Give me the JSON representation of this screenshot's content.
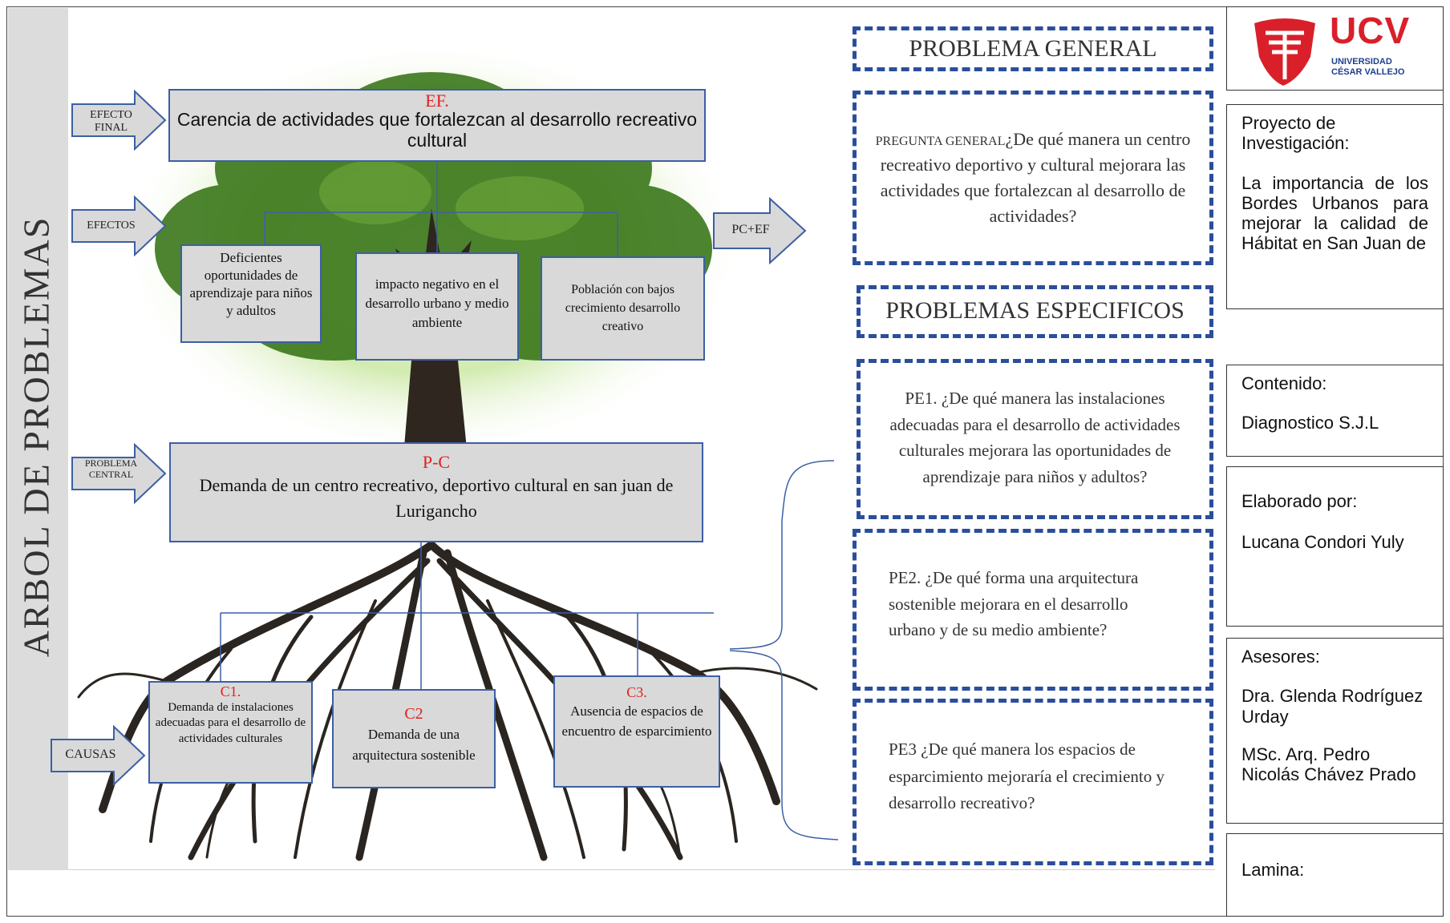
{
  "vertical_title": "ARBOL DE PROBLEMAS",
  "arrows": {
    "efecto_final": "EFECTO FINAL",
    "efectos": "EFECTOS",
    "problema_central": "PROBLEMA CENTRAL",
    "causas": "CAUSAS",
    "pc_ef": "PC+EF"
  },
  "effect_final": {
    "tag": "EF.",
    "text": "Carencia de actividades que fortalezcan al desarrollo recreativo cultural"
  },
  "effects": [
    {
      "text": "Deficientes oportunidades de aprendizaje para niños y adultos"
    },
    {
      "text": "impacto negativo en el desarrollo urbano y medio ambiente"
    },
    {
      "text": "Población con bajos crecimiento desarrollo creativo"
    }
  ],
  "central": {
    "tag": "P-C",
    "text": "Demanda de un centro recreativo, deportivo cultural en san juan de Lurigancho"
  },
  "causes": [
    {
      "tag": "C1.",
      "text": "Demanda de instalaciones adecuadas para el desarrollo de actividades culturales"
    },
    {
      "tag": "C2",
      "text": "Demanda de una arquitectura sostenible"
    },
    {
      "tag": "C3.",
      "text": "Ausencia de espacios de encuentro de esparcimiento"
    }
  ],
  "problema_general": {
    "heading": "PROBLEMA GENERAL",
    "label": "PREGUNTA GENERAL",
    "question": "¿De qué manera un centro recreativo deportivo y cultural mejorara las actividades que fortalezcan al desarrollo de actividades?"
  },
  "problemas_especificos": {
    "heading": "PROBLEMAS ESPECIFICOS",
    "items": [
      "PE1. ¿De qué manera las instalaciones adecuadas para el desarrollo de actividades culturales mejorara las oportunidades de aprendizaje para niños y adultos?",
      "PE2. ¿De qué forma una arquitectura sostenible mejorara en el desarrollo urbano y de su medio ambiente?",
      "PE3 ¿De qué manera los  espacios de esparcimiento mejoraría el crecimiento y desarrollo recreativo?"
    ]
  },
  "sidebar": {
    "logo_title": "UCV",
    "logo_subtitle_1": "UNIVERSIDAD",
    "logo_subtitle_2": "CÉSAR VALLEJO",
    "proyecto_label": "Proyecto de Investigación:",
    "proyecto_value": "La importancia de los Bordes Urbanos para mejorar la calidad de Hábitat en San Juan de",
    "contenido_label": "Contenido:",
    "contenido_value": "Diagnostico S.J.L",
    "elaborado_label": "Elaborado por:",
    "elaborado_value": "Lucana Condori Yuly",
    "asesores_label": "Asesores:",
    "asesor_1": "Dra. Glenda Rodríguez Urday",
    "asesor_2": "MSc. Arq. Pedro Nicolás Chávez Prado",
    "lamina_label": "Lamina:"
  },
  "colors": {
    "box_border": "#3c5fa5",
    "dash_border": "#2b4e9c",
    "tag_red": "#e02020",
    "ucv_red": "#d9202a",
    "ucv_blue": "#1d3f8f"
  }
}
